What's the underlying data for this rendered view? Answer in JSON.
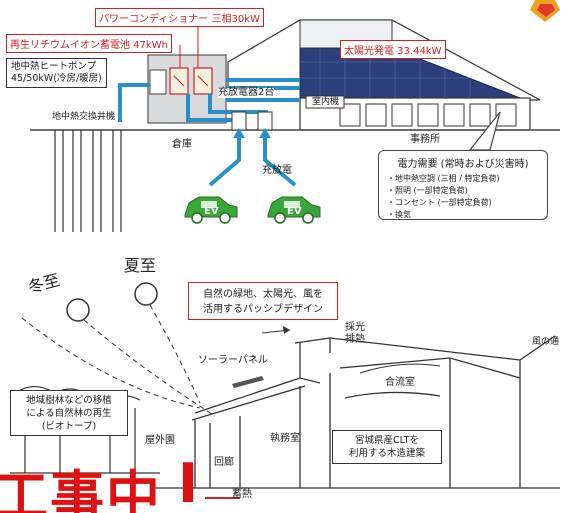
{
  "top_diagram": {
    "power_conditioner": "パワーコンディショナー 三相30kW",
    "battery": "再生リチウムイオン蓄電池 47kWh",
    "heat_pump_line1": "地中熱ヒートポンプ",
    "heat_pump_line2": "45/50kW(冷房/暖房)",
    "solar": "太陽光発電 33.44kW",
    "ground_heat_well": "地中熱交換井機",
    "charger": "充放電器2台",
    "indoor_unit": "室内機",
    "warehouse": "倉庫",
    "office": "事務所",
    "charge_discharge": "充放電",
    "ev_label": "EV",
    "demand": {
      "title": "電力需要 (常時および災害時)",
      "items": [
        "・地中熱空調 (三相 / 特定負荷)",
        "・照明 (一部特定負荷)",
        "・コンセント (一部特定負荷)",
        "・換気"
      ]
    }
  },
  "bottom_sketch": {
    "winter_solstice": "冬至",
    "summer_solstice": "夏至",
    "passive_line1": "自然の緑地、太陽光、風を",
    "passive_line2": "活用するパッシブデザイン",
    "daylight_line1": "採光",
    "daylight_line2": "排熱",
    "wind": "風の通",
    "solar_panel": "ソーラーパネル",
    "circulation": "合流室",
    "forest_line1": "地域樹林などの移植",
    "forest_line2": "による自然林の再生",
    "forest_line3": "(ビオトープ)",
    "outdoor": "屋外園",
    "office_room": "執務室",
    "corridor": "回廊",
    "clt_line1": "宮城県産CLTを",
    "clt_line2": "利用する木造建築",
    "bottom_text": "蓄熱"
  },
  "banner": {
    "left_glyph": "工",
    "text": "事中",
    "right_glyph": "I"
  },
  "colors": {
    "accent_red": "#d21f1f",
    "pipe_blue": "#2a8fc9",
    "ev_green": "#3aa63a",
    "roof_blue": "#2b3f7a"
  }
}
